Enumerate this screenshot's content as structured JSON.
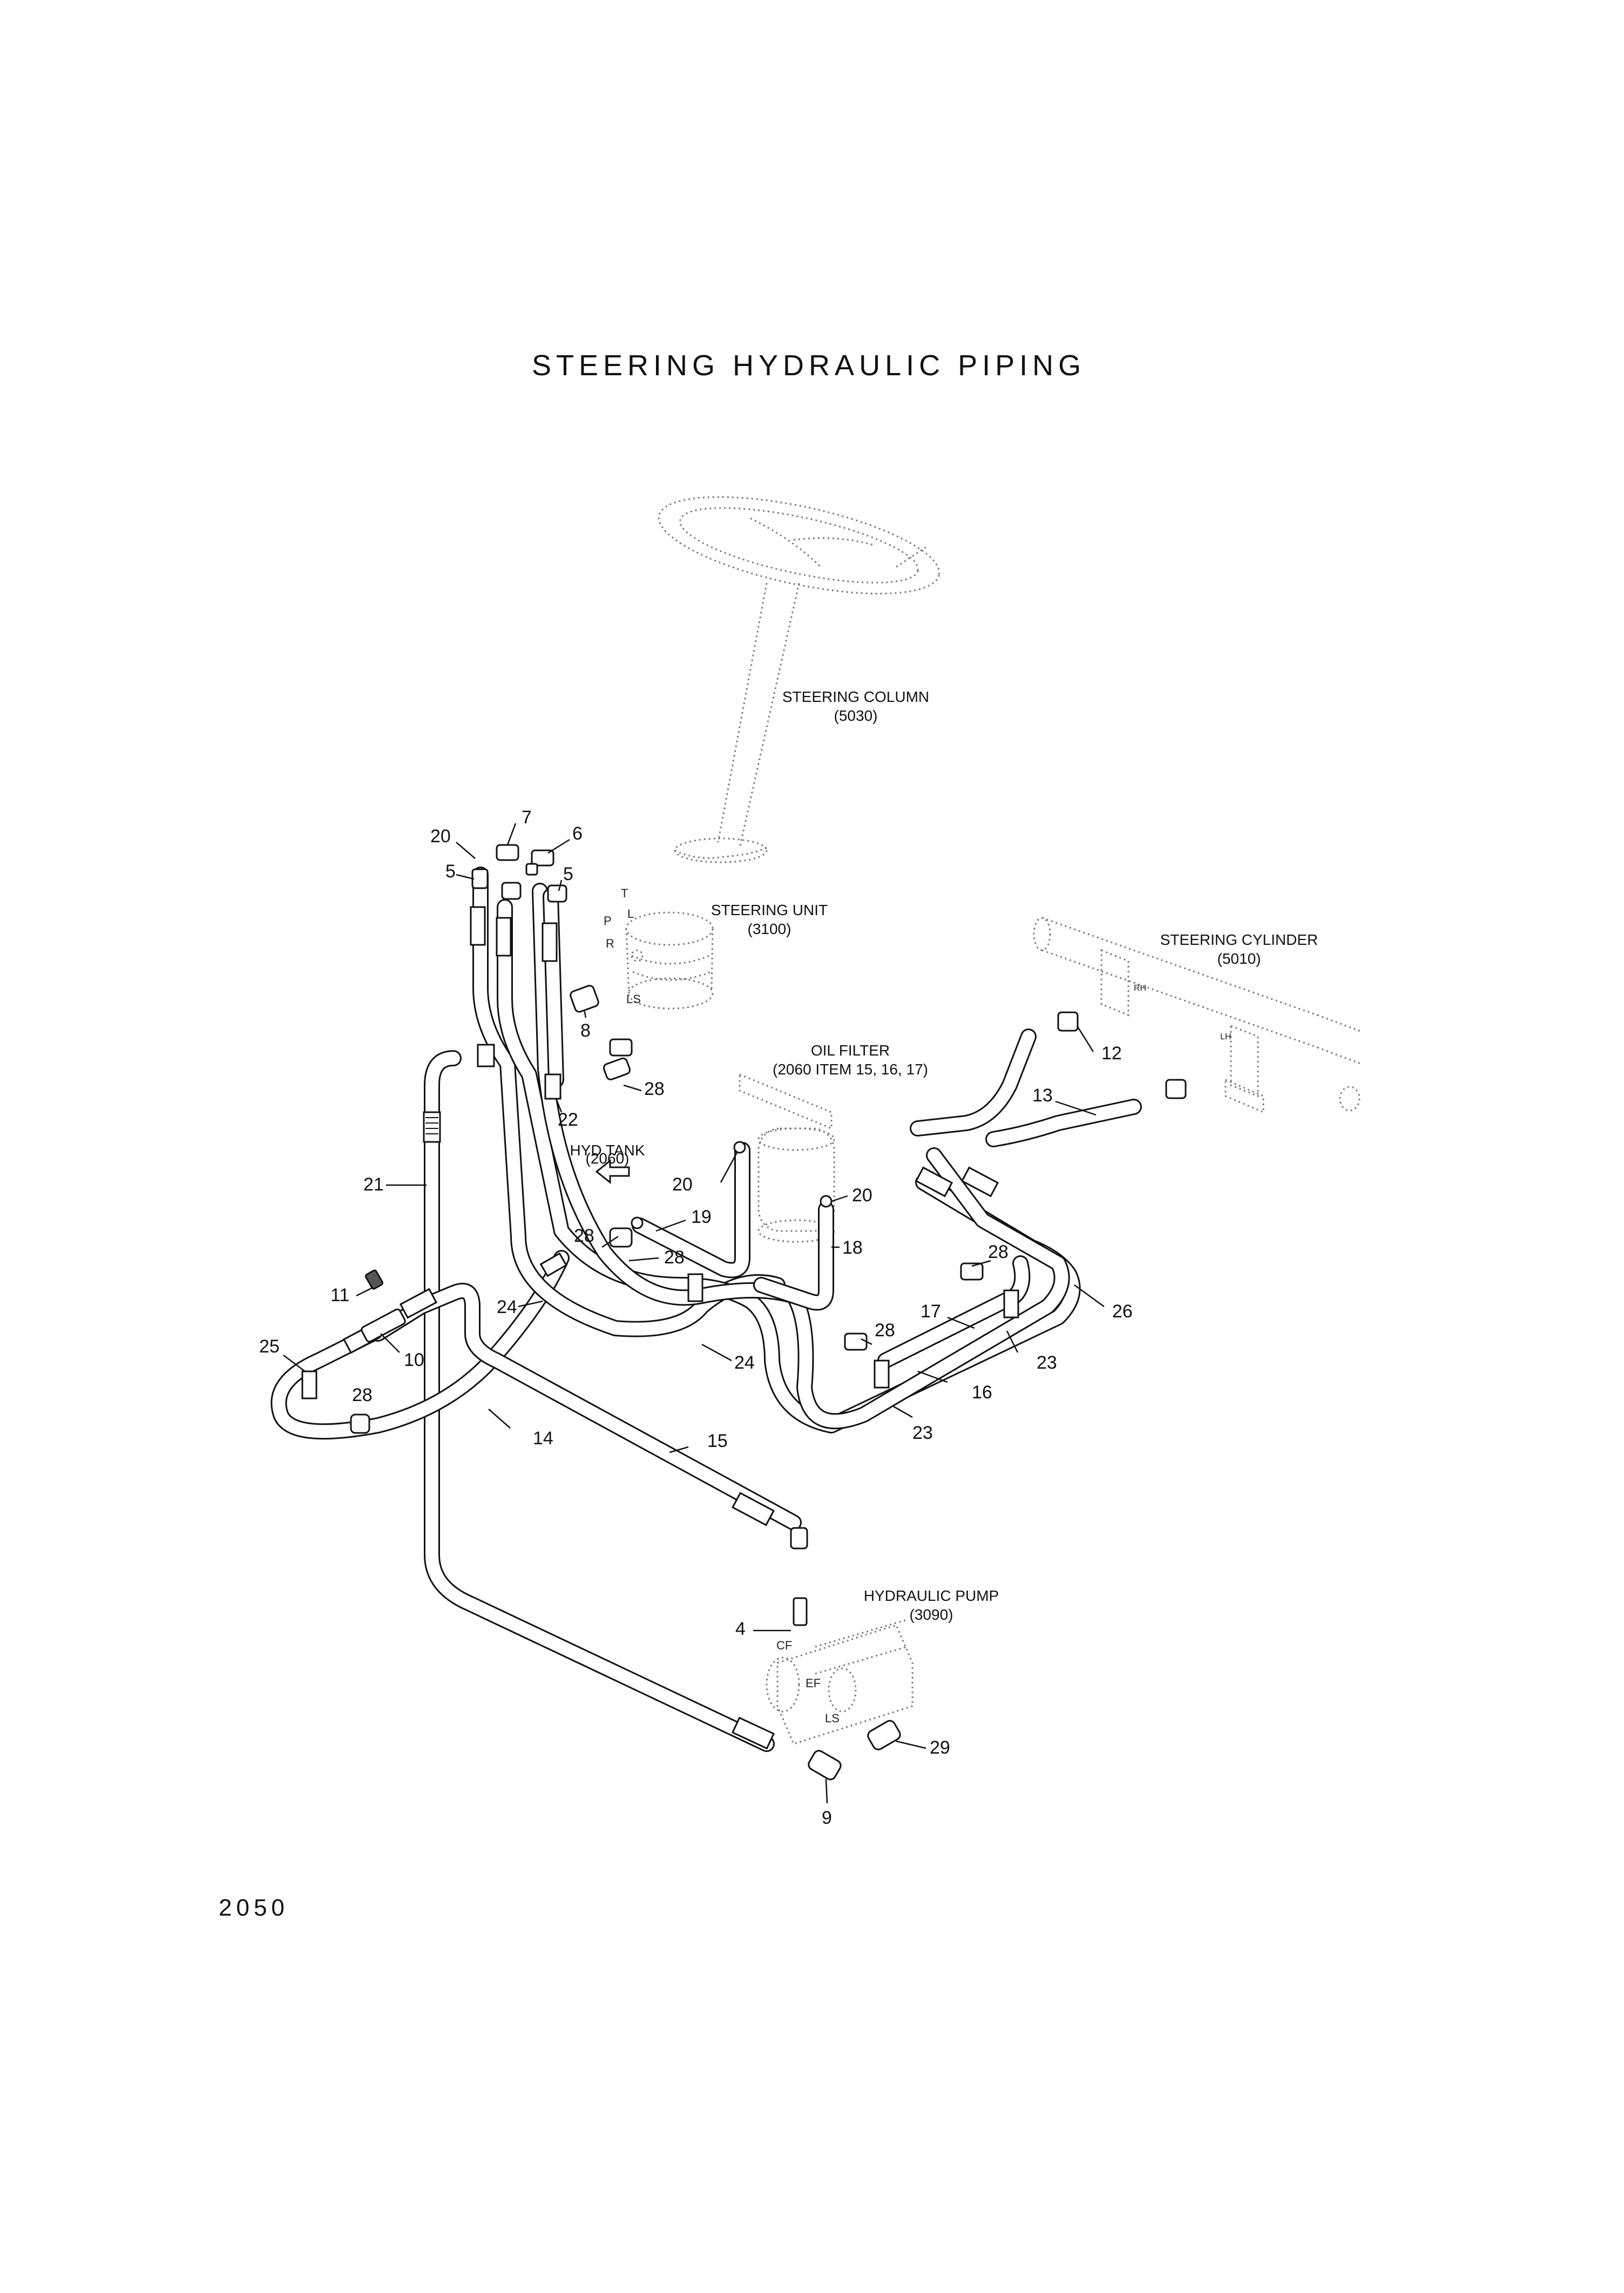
{
  "title": "STEERING HYDRAULIC PIPING",
  "page_number": "2050",
  "components": {
    "steering_column": {
      "name": "STEERING COLUMN",
      "ref": "(5030)"
    },
    "steering_unit": {
      "name": "STEERING UNIT",
      "ref": "(3100)"
    },
    "steering_cylinder": {
      "name": "STEERING CYLINDER",
      "ref": "(5010)"
    },
    "oil_filter": {
      "name": "OIL FILTER",
      "ref": "(2060 ITEM 15, 16, 17)"
    },
    "hyd_tank": {
      "name": "HYD TANK",
      "ref": "(2060)"
    },
    "hydraulic_pump": {
      "name": "HYDRAULIC PUMP",
      "ref": "(3090)"
    }
  },
  "port_labels": {
    "T": "T",
    "L": "L",
    "P": "P",
    "R": "R",
    "LS_unit": "LS",
    "RH": "RH",
    "LH": "LH",
    "CF": "CF",
    "EF": "EF",
    "LS_pump": "LS"
  },
  "callouts": [
    {
      "id": "c7",
      "label": "7"
    },
    {
      "id": "c6",
      "label": "6"
    },
    {
      "id": "c20a",
      "label": "20"
    },
    {
      "id": "c5a",
      "label": "5"
    },
    {
      "id": "c5b",
      "label": "5"
    },
    {
      "id": "c8",
      "label": "8"
    },
    {
      "id": "c28a",
      "label": "28"
    },
    {
      "id": "c22",
      "label": "22"
    },
    {
      "id": "c12",
      "label": "12"
    },
    {
      "id": "c13",
      "label": "13"
    },
    {
      "id": "c20b",
      "label": "20"
    },
    {
      "id": "c19",
      "label": "19"
    },
    {
      "id": "c20c",
      "label": "20"
    },
    {
      "id": "c18",
      "label": "18"
    },
    {
      "id": "c21",
      "label": "21"
    },
    {
      "id": "c28b",
      "label": "28"
    },
    {
      "id": "c28c",
      "label": "28"
    },
    {
      "id": "c24a",
      "label": "24"
    },
    {
      "id": "c24b",
      "label": "24"
    },
    {
      "id": "c11",
      "label": "11"
    },
    {
      "id": "c10",
      "label": "10"
    },
    {
      "id": "c25",
      "label": "25"
    },
    {
      "id": "c28d",
      "label": "28"
    },
    {
      "id": "c14",
      "label": "14"
    },
    {
      "id": "c15",
      "label": "15"
    },
    {
      "id": "c28e",
      "label": "28"
    },
    {
      "id": "c26",
      "label": "26"
    },
    {
      "id": "c28f",
      "label": "28"
    },
    {
      "id": "c17",
      "label": "17"
    },
    {
      "id": "c23a",
      "label": "23"
    },
    {
      "id": "c16",
      "label": "16"
    },
    {
      "id": "c23b",
      "label": "23"
    },
    {
      "id": "c4",
      "label": "4"
    },
    {
      "id": "c29",
      "label": "29"
    },
    {
      "id": "c9",
      "label": "9"
    }
  ]
}
